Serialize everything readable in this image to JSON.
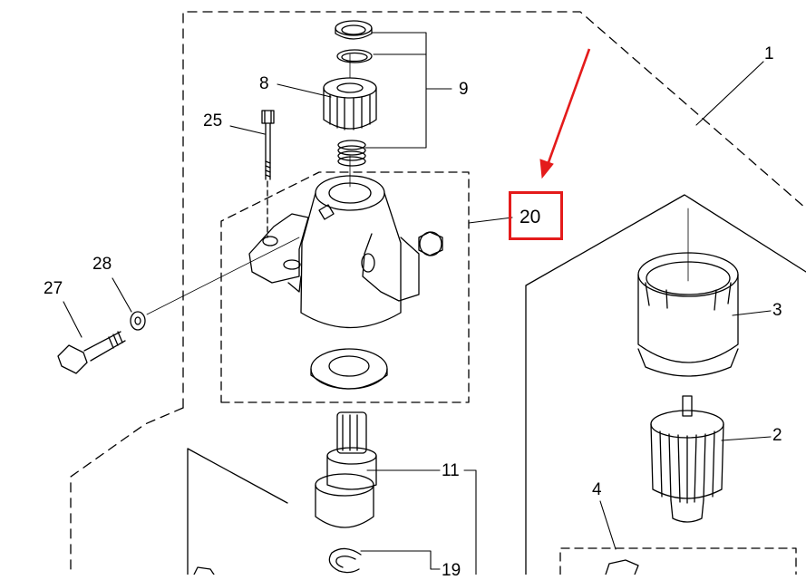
{
  "diagram": {
    "callouts": {
      "part_1": "1",
      "part_2": "2",
      "part_3": "3",
      "part_4": "4",
      "part_8": "8",
      "part_9": "9",
      "part_11": "11",
      "part_19": "19",
      "part_20": "20",
      "part_25": "25",
      "part_27": "27",
      "part_28": "28"
    },
    "highlight": {
      "label": "20",
      "box_color": "#e41b1b",
      "arrow_color": "#e41b1b"
    },
    "line_color": "#000000",
    "background": "#ffffff"
  }
}
